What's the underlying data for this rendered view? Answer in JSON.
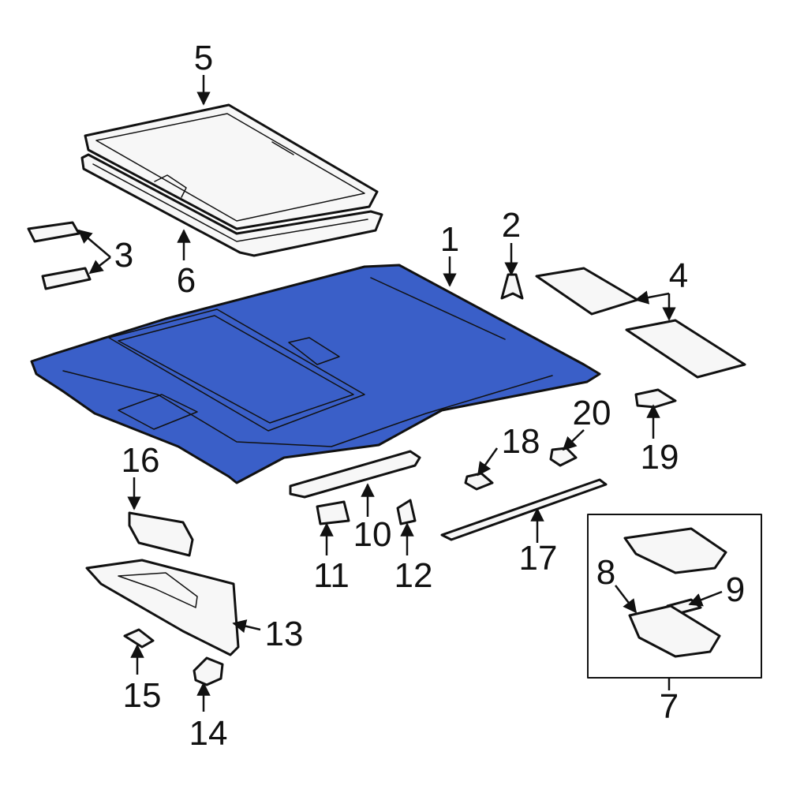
{
  "colors": {
    "highlight": "#3a5fc8",
    "part_fill": "#f7f7f7",
    "line": "#111111",
    "background": "#ffffff"
  },
  "callouts": [
    {
      "id": "1",
      "label": "1"
    },
    {
      "id": "2",
      "label": "2"
    },
    {
      "id": "3",
      "label": "3"
    },
    {
      "id": "4",
      "label": "4"
    },
    {
      "id": "5",
      "label": "5"
    },
    {
      "id": "6",
      "label": "6"
    },
    {
      "id": "7",
      "label": "7"
    },
    {
      "id": "8",
      "label": "8"
    },
    {
      "id": "9",
      "label": "9"
    },
    {
      "id": "10",
      "label": "10"
    },
    {
      "id": "11",
      "label": "11"
    },
    {
      "id": "12",
      "label": "12"
    },
    {
      "id": "13",
      "label": "13"
    },
    {
      "id": "14",
      "label": "14"
    },
    {
      "id": "15",
      "label": "15"
    },
    {
      "id": "16",
      "label": "16"
    },
    {
      "id": "17",
      "label": "17"
    },
    {
      "id": "18",
      "label": "18"
    },
    {
      "id": "19",
      "label": "19"
    },
    {
      "id": "20",
      "label": "20"
    }
  ],
  "highlighted_part": "1"
}
